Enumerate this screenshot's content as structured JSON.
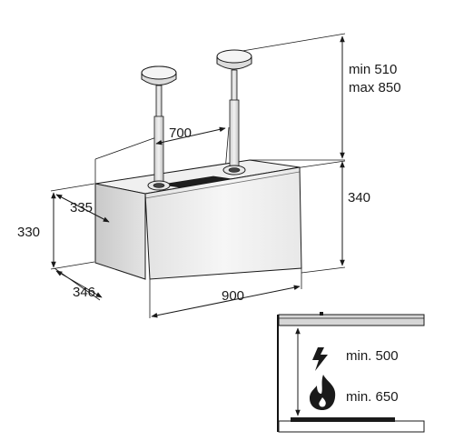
{
  "diagram": {
    "dimensions": {
      "pole_height_min": "min 510",
      "pole_height_max": "max 850",
      "pole_spacing": "700",
      "box_height": "340",
      "depth_top": "335",
      "side_height": "330",
      "depth_bottom": "346",
      "width": "900"
    },
    "clearance": {
      "electric_min": "min. 500",
      "gas_min": "min. 650"
    },
    "icons": [
      "lightning-icon",
      "flame-icon"
    ],
    "colors": {
      "line": "#1a1a1a",
      "shade": "#cccccc"
    }
  }
}
